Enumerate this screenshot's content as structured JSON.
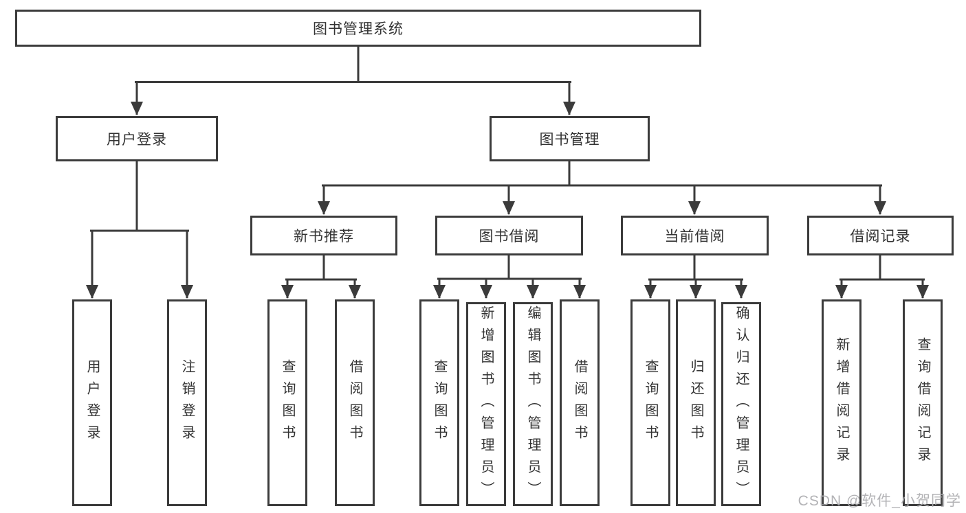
{
  "root": {
    "label": "图书管理系统"
  },
  "level2": {
    "user_login": "用户登录",
    "book_mgmt": "图书管理"
  },
  "level3": {
    "new_books": "新书推荐",
    "book_borrow": "图书借阅",
    "current_borrow": "当前借阅",
    "borrow_records": "借阅记录"
  },
  "leaves": {
    "user_login": [
      "用户登录",
      "注销登录"
    ],
    "new_books": [
      "查询图书",
      "借阅图书"
    ],
    "book_borrow": [
      "查询图书",
      "新增图书（管理员）",
      "编辑图书（管理员）",
      "借阅图书"
    ],
    "current_borrow": [
      "查询图书",
      "归还图书",
      "确认归还（管理员）"
    ],
    "borrow_records": [
      "新增借阅记录",
      "查询借阅记录"
    ]
  },
  "watermark": "CSDN @软件_小贺同学",
  "colors": {
    "line": "#3b3b3b",
    "box_border": "#3b3b3b",
    "text": "#333333",
    "background": "#ffffff",
    "watermark": "#afafb2"
  }
}
